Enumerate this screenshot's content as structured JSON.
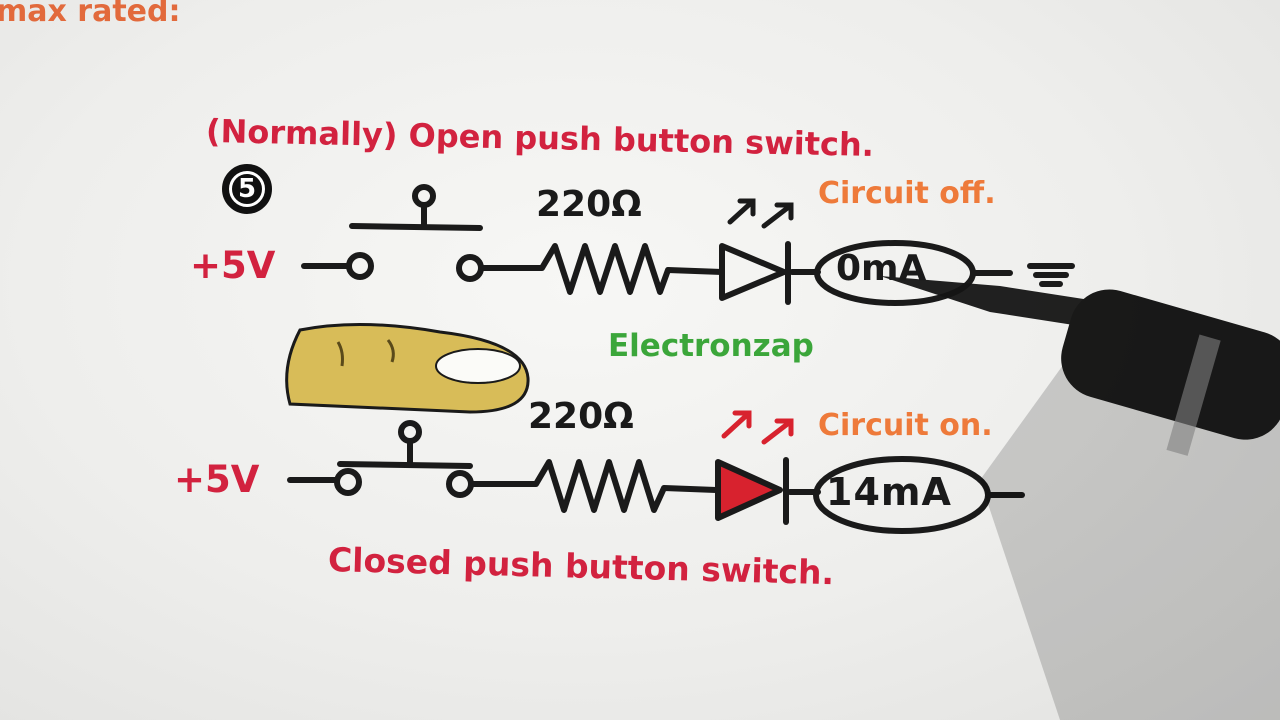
{
  "header": {
    "text": "max rated:"
  },
  "diagram": {
    "step_number": "5",
    "open_switch_label": "(Normally) Open push button switch.",
    "closed_switch_label": "Closed push button switch.",
    "watermark": "Electronzap",
    "top_circuit": {
      "voltage": "+5V",
      "resistor": "220Ω",
      "status": "Circuit off.",
      "meter": "0mA"
    },
    "bottom_circuit": {
      "voltage": "+5V",
      "resistor": "220Ω",
      "status": "Circuit on.",
      "meter": "14mA"
    },
    "colors": {
      "red_text": "#d2223f",
      "orange_text": "#ee7a3a",
      "green_text": "#3ba63a",
      "led_on": "#d8222e",
      "finger": "#d8bc58"
    }
  }
}
